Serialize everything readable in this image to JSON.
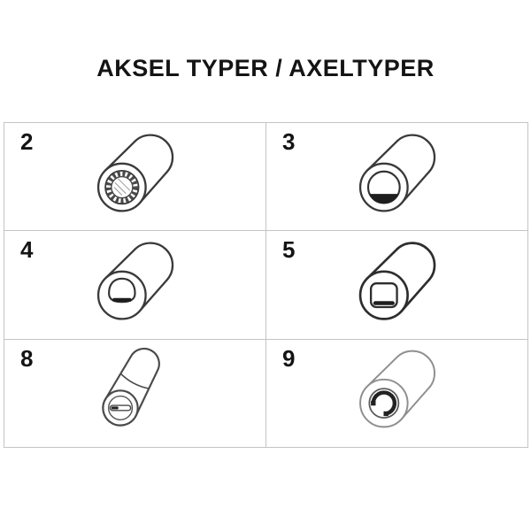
{
  "title": "AKSEL TYPER / AXELTYPER",
  "cells": [
    {
      "number": "2",
      "icon": "spline-bore-axle-icon"
    },
    {
      "number": "3",
      "icon": "d-bore-axle-icon"
    },
    {
      "number": "4",
      "icon": "triangular-bore-axle-icon"
    },
    {
      "number": "5",
      "icon": "square-bore-axle-icon"
    },
    {
      "number": "8",
      "icon": "slotted-shaft-axle-icon"
    },
    {
      "number": "9",
      "icon": "clip-bore-axle-icon"
    }
  ],
  "colors": {
    "grid_border": "#c4c4c4",
    "line_art": "#3a3a3a",
    "line_art_light": "#8f8f8f",
    "bore_fill": "#1e1e1e",
    "text": "#141414",
    "background": "#ffffff"
  }
}
